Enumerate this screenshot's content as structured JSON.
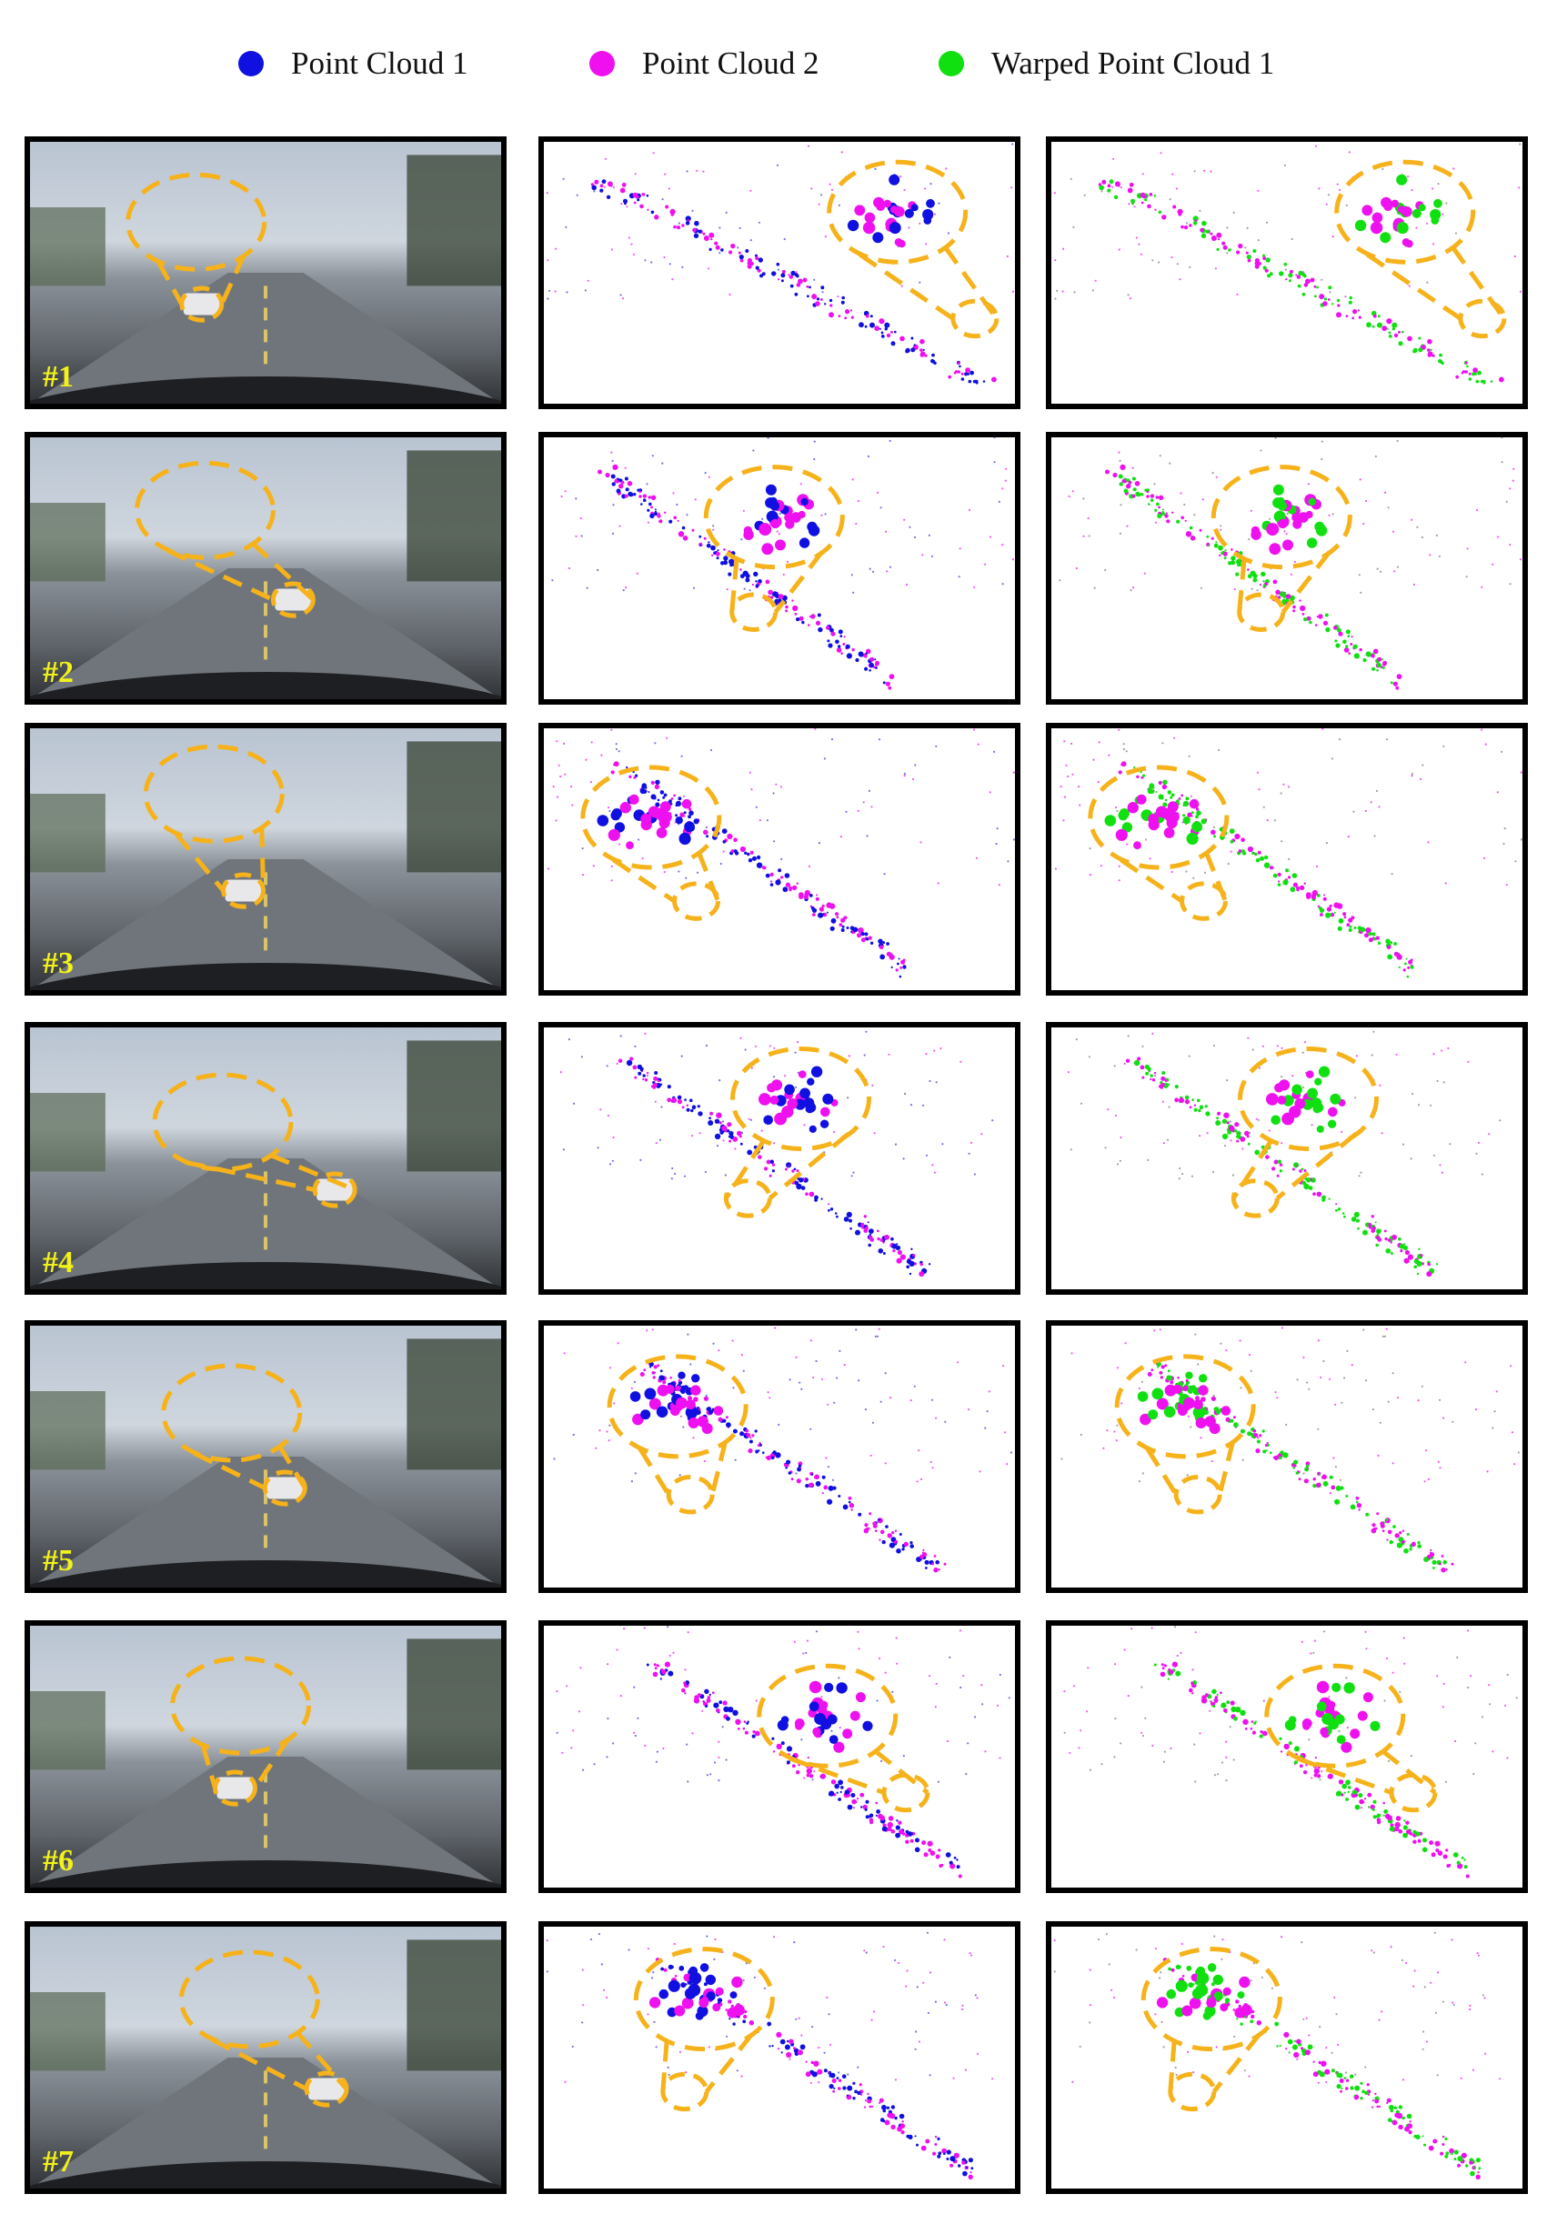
{
  "legend": [
    {
      "label": "Point Cloud 1",
      "color": "#1010e0"
    },
    {
      "label": "Point Cloud 2",
      "color": "#ee10ee"
    },
    {
      "label": "Warped Point Cloud 1",
      "color": "#10e010"
    }
  ],
  "colors": {
    "highlight": "#f6b21a",
    "label": "#f2f21a",
    "frame": "#000000"
  },
  "rows": [
    {
      "label": "#1"
    },
    {
      "label": "#2"
    },
    {
      "label": "#3"
    },
    {
      "label": "#4"
    },
    {
      "label": "#5"
    },
    {
      "label": "#6"
    },
    {
      "label": "#7"
    }
  ]
}
